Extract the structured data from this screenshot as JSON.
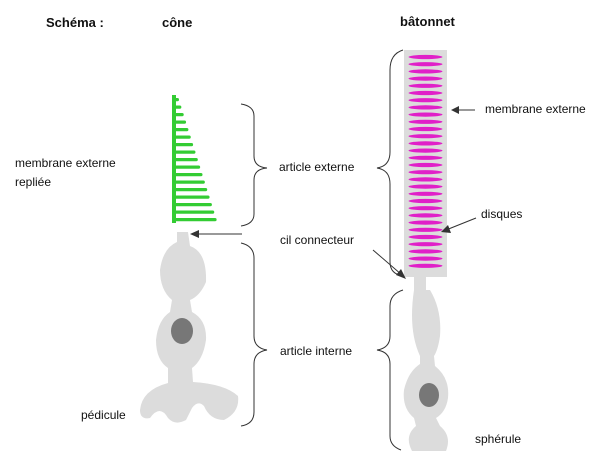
{
  "header": {
    "schema_label": "Schéma :",
    "cone_title": "cône",
    "rod_title": "bâtonnet"
  },
  "labels": {
    "membrane_externe_repliee_1": "membrane externe",
    "membrane_externe_repliee_2": "repliée",
    "article_externe": "article externe",
    "cil_connecteur": "cil connecteur",
    "article_interne": "article interne",
    "pedicule": "pédicule",
    "membrane_externe": "membrane externe",
    "disques": "disques",
    "spherule": "sphérule"
  },
  "colors": {
    "cone_disks": "#33cc33",
    "rod_disks": "#e020c8",
    "cell_body": "#dcdcdc",
    "nucleus": "#777777",
    "lines": "#333333"
  }
}
